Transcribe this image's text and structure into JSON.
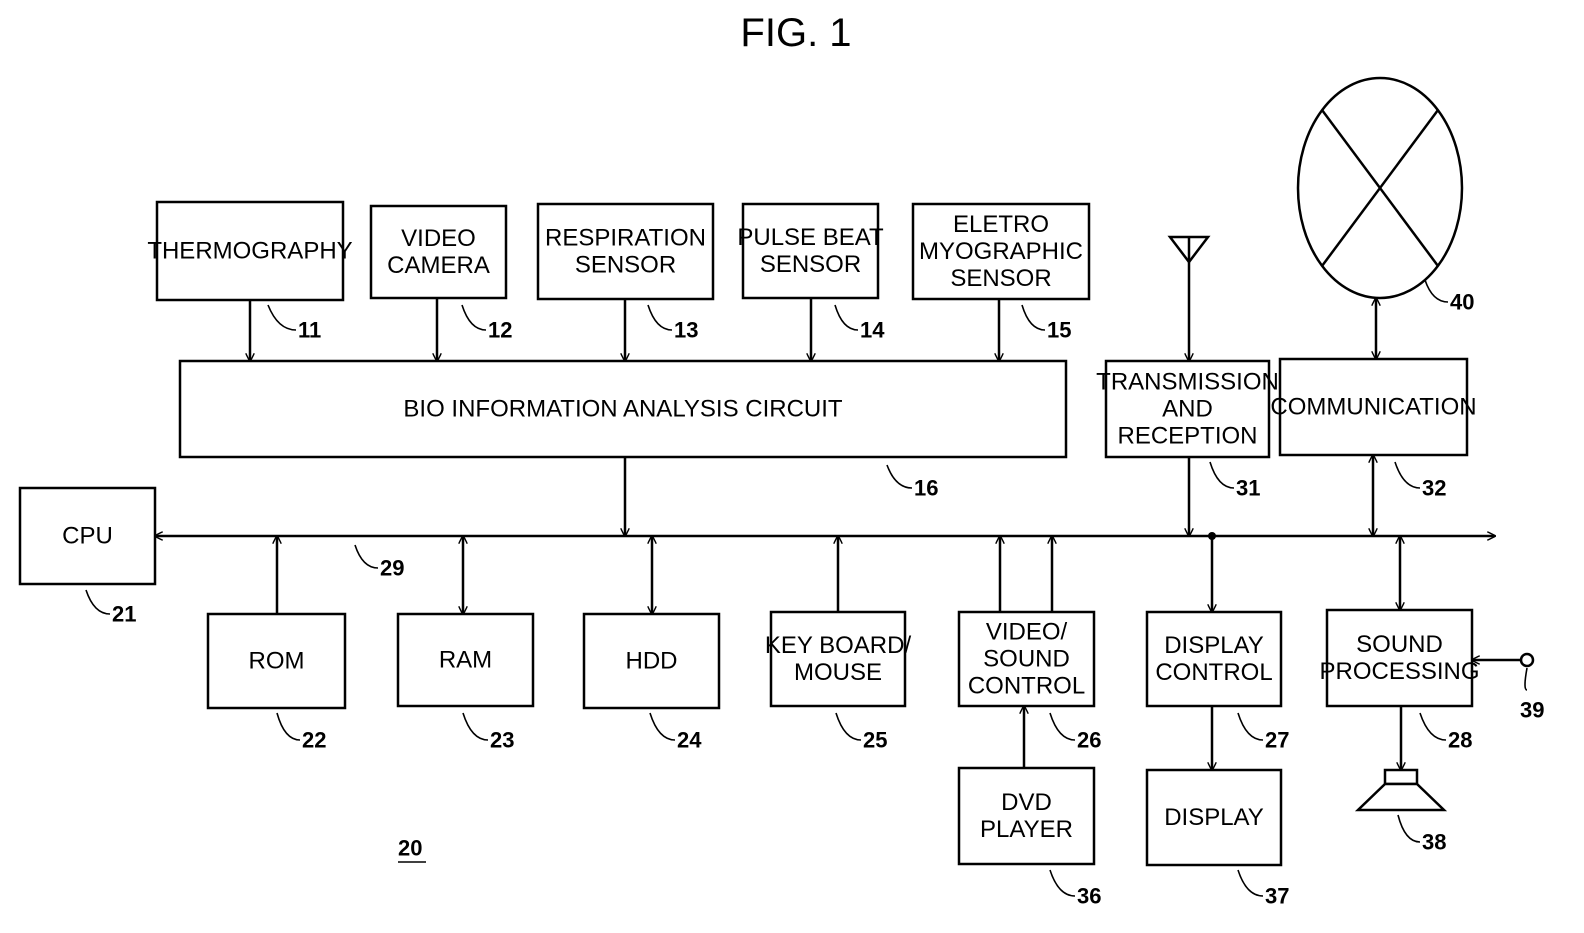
{
  "figure_title": "FIG. 1",
  "system_ref": "20",
  "blocks": {
    "thermography": {
      "lines": [
        "THERMOGRAPHY"
      ],
      "ref": "11"
    },
    "video_camera": {
      "lines": [
        "VIDEO",
        "CAMERA"
      ],
      "ref": "12"
    },
    "respiration_sensor": {
      "lines": [
        "RESPIRATION",
        "SENSOR"
      ],
      "ref": "13"
    },
    "pulse_beat_sensor": {
      "lines": [
        "PULSE BEAT",
        "SENSOR"
      ],
      "ref": "14"
    },
    "emg_sensor": {
      "lines": [
        "ELETRO",
        "MYOGRAPHIC",
        "SENSOR"
      ],
      "ref": "15"
    },
    "bio_circuit": {
      "lines": [
        "BIO INFORMATION ANALYSIS CIRCUIT"
      ],
      "ref": "16"
    },
    "transmission": {
      "lines": [
        "TRANSMISSION",
        "AND",
        "RECEPTION"
      ],
      "ref": "31"
    },
    "communication": {
      "lines": [
        "COMMUNICATION"
      ],
      "ref": "32"
    },
    "cpu": {
      "lines": [
        "CPU"
      ],
      "ref": "21"
    },
    "rom": {
      "lines": [
        "ROM"
      ],
      "ref": "22"
    },
    "ram": {
      "lines": [
        "RAM"
      ],
      "ref": "23"
    },
    "hdd": {
      "lines": [
        "HDD"
      ],
      "ref": "24"
    },
    "keyboard": {
      "lines": [
        "KEY BOARD/",
        "MOUSE"
      ],
      "ref": "25"
    },
    "video_sound": {
      "lines": [
        "VIDEO/",
        "SOUND",
        "CONTROL"
      ],
      "ref": "26"
    },
    "display_control": {
      "lines": [
        "DISPLAY",
        "CONTROL"
      ],
      "ref": "27"
    },
    "sound_processing": {
      "lines": [
        "SOUND",
        "PROCESSING"
      ],
      "ref": "28"
    },
    "dvd_player": {
      "lines": [
        "DVD",
        "PLAYER"
      ],
      "ref": "36"
    },
    "display": {
      "lines": [
        "DISPLAY"
      ],
      "ref": "37"
    }
  },
  "bus_ref": "29",
  "network_ref": "40",
  "speaker_ref": "38",
  "mic_ref": "39"
}
